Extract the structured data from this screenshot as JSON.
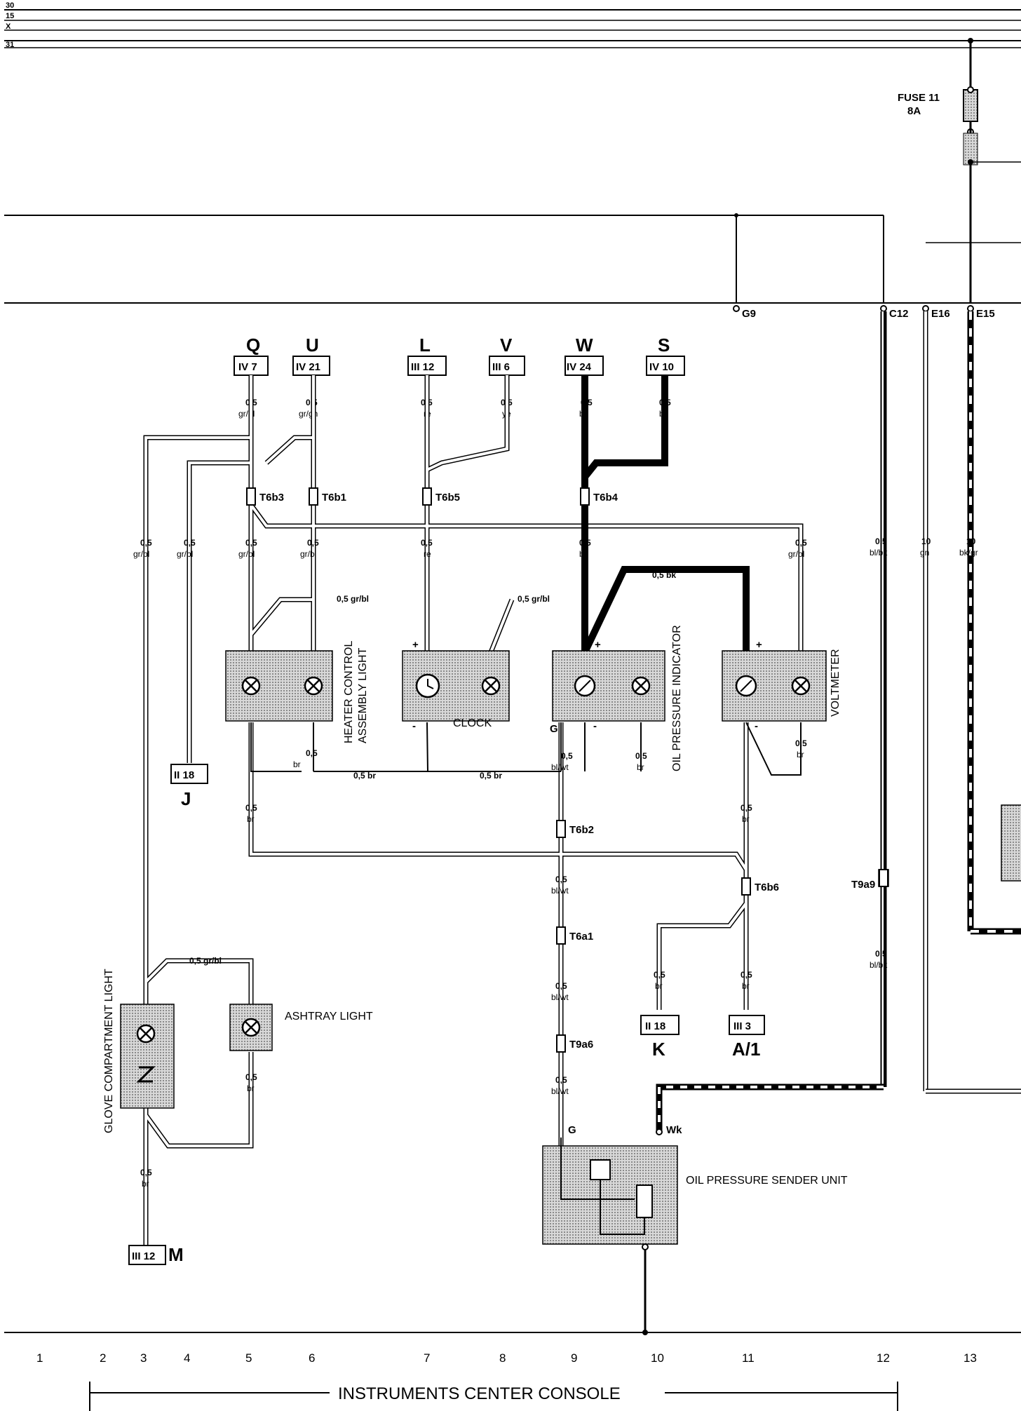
{
  "rails": [
    "30",
    "15",
    "X",
    "31"
  ],
  "fuse": {
    "label": "FUSE 11",
    "rating": "8A"
  },
  "ground_points": [
    "G9",
    "C12",
    "E16",
    "E15"
  ],
  "connectors_top": [
    {
      "letter": "Q",
      "box": "IV 7",
      "size": "0,5",
      "color": "gr/bl"
    },
    {
      "letter": "U",
      "box": "IV 21",
      "size": "0,5",
      "color": "gr/gn"
    },
    {
      "letter": "L",
      "box": "III 12",
      "size": "0,5",
      "color": "re"
    },
    {
      "letter": "V",
      "box": "III 6",
      "size": "0,5",
      "color": "ye"
    },
    {
      "letter": "W",
      "box": "IV 24",
      "size": "0,5",
      "color": "bk"
    },
    {
      "letter": "S",
      "box": "IV 10",
      "size": "0,5",
      "color": "bk"
    }
  ],
  "terminals": {
    "t6b3": "T6b3",
    "t6b1": "T6b1",
    "t6b5": "T6b5",
    "t6b4": "T6b4",
    "t6b2": "T6b2",
    "t6b6": "T6b6",
    "t6a1": "T6a1",
    "t9a6": "T9a6",
    "t9a9": "T9a9"
  },
  "wires": {
    "w1": {
      "size": "0,5",
      "color": "gr/bl"
    },
    "w2": {
      "size": "0,5",
      "color": "gr/bl"
    },
    "w3": {
      "size": "0,5",
      "color": "gr/bl"
    },
    "w4": {
      "size": "0,5",
      "color": "gr/bl"
    },
    "w5": {
      "size": "0,5",
      "color": "re"
    },
    "w6": {
      "size": "0,5",
      "color": "bk"
    },
    "w7": {
      "size": "0,5",
      "color": "gr/bl"
    },
    "w8": {
      "size": "0,5",
      "color": "bl/bk"
    },
    "w9": {
      "size": "10",
      "color": "gn"
    },
    "w10": {
      "size": "10",
      "color": "bk/gr"
    },
    "h1": "0,5 gr/bl",
    "h2": "0,5 gr/bl",
    "h3": "0,5 bk",
    "b1": {
      "size": "0,5",
      "color": "br"
    },
    "b2": {
      "size": "0,5",
      "color": "bl/wt"
    },
    "b3": {
      "size": "0,5",
      "color": "br"
    },
    "b4": "br",
    "b5": "0,5 br",
    "b6": "0,5 br",
    "b7": {
      "size": "0,5",
      "color": "br"
    },
    "b8": {
      "size": "0,5",
      "color": "br"
    },
    "b9": {
      "size": "0,5",
      "color": "bl/wt"
    },
    "b10": {
      "size": "0,5",
      "color": "bl/wt"
    },
    "b11": {
      "size": "0,5",
      "color": "bl/wt"
    },
    "b12": {
      "size": "0,5",
      "color": "br"
    },
    "b13": {
      "size": "0,5",
      "color": "br"
    },
    "b14": {
      "size": "0,5",
      "color": "bl/bk"
    },
    "g1": "0,5 gr/bl",
    "g2": {
      "size": "0,5",
      "color": "br"
    },
    "g3": {
      "size": "0,5",
      "color": "br"
    }
  },
  "components": {
    "heater": "HEATER CONTROL ASSEMBLY LIGHT",
    "heater_l1": "HEATER CONTROL",
    "heater_l2": "ASSEMBLY LIGHT",
    "clock": "CLOCK",
    "oil_indicator": "OIL PRESSURE INDICATOR",
    "voltmeter": "VOLTMETER",
    "glove": "GLOVE COMPARTMENT LIGHT",
    "ashtray": "ASHTRAY LIGHT",
    "sender": "OIL PRESSURE SENDER UNIT"
  },
  "pin_labels": {
    "plus": "+",
    "minus": "-",
    "g": "G",
    "wk": "Wk"
  },
  "bottom_connectors": [
    {
      "box": "II 18",
      "letter": "J"
    },
    {
      "box": "II 18",
      "letter": "K"
    },
    {
      "box": "III 3",
      "letter": "A/1"
    },
    {
      "box": "III 12",
      "letter": "M"
    }
  ],
  "column_numbers": [
    "1",
    "2",
    "3",
    "4",
    "5",
    "6",
    "7",
    "8",
    "9",
    "10",
    "11",
    "12",
    "13"
  ],
  "footer": "INSTRUMENTS CENTER CONSOLE"
}
